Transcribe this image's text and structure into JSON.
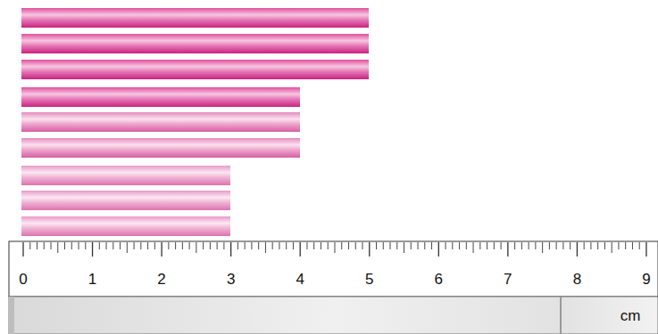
{
  "diagram": {
    "labels": [
      "0",
      "1",
      "2",
      "3",
      "4",
      "5",
      "6",
      "7",
      "8",
      "9",
      "cm"
    ]
  }
}
